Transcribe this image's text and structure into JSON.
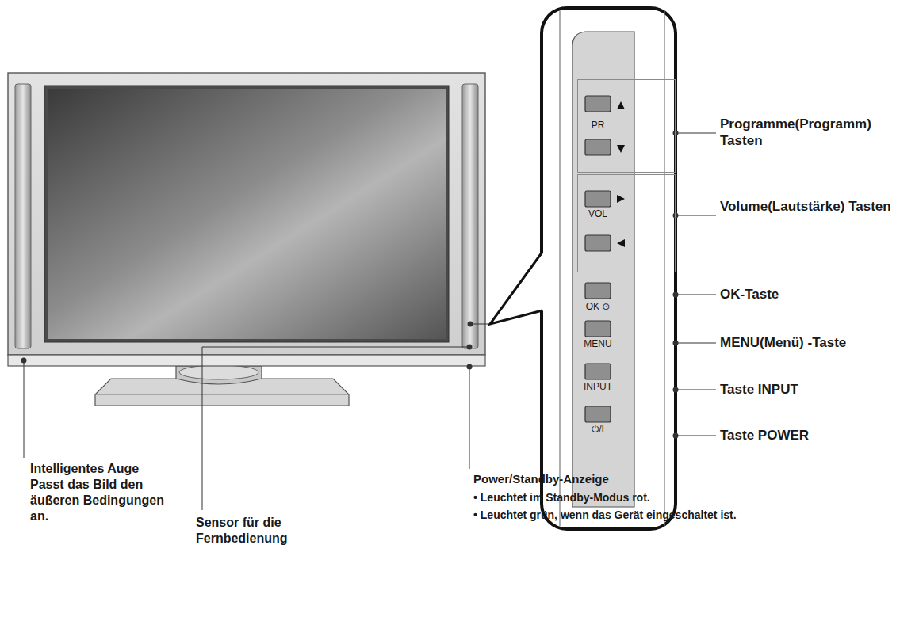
{
  "diagram": {
    "nodes": [
      {
        "text": [
          "PR"
        ]
      },
      {
        "text": [
          "VOL"
        ]
      }
    ],
    "labels": [
      "OK ⊙",
      "MENU",
      "INPUT",
      "⏻/I",
      "Programme(Programm) Tasten",
      "Volume(Lautstärke) Tasten",
      "OK-Taste",
      "MENU(Menü) -Taste",
      "Taste INPUT",
      "Taste POWER",
      "Intelligentes Auge Passt das Bild den äußeren Bedingungen an.",
      "Sensor für die Fernbedienung",
      "Power/Standby-Anzeige",
      "• Leuchtet im Standby-Modus rot.",
      "• Leuchtet grün, wenn das Gerät eingeschaltet ist."
    ]
  }
}
